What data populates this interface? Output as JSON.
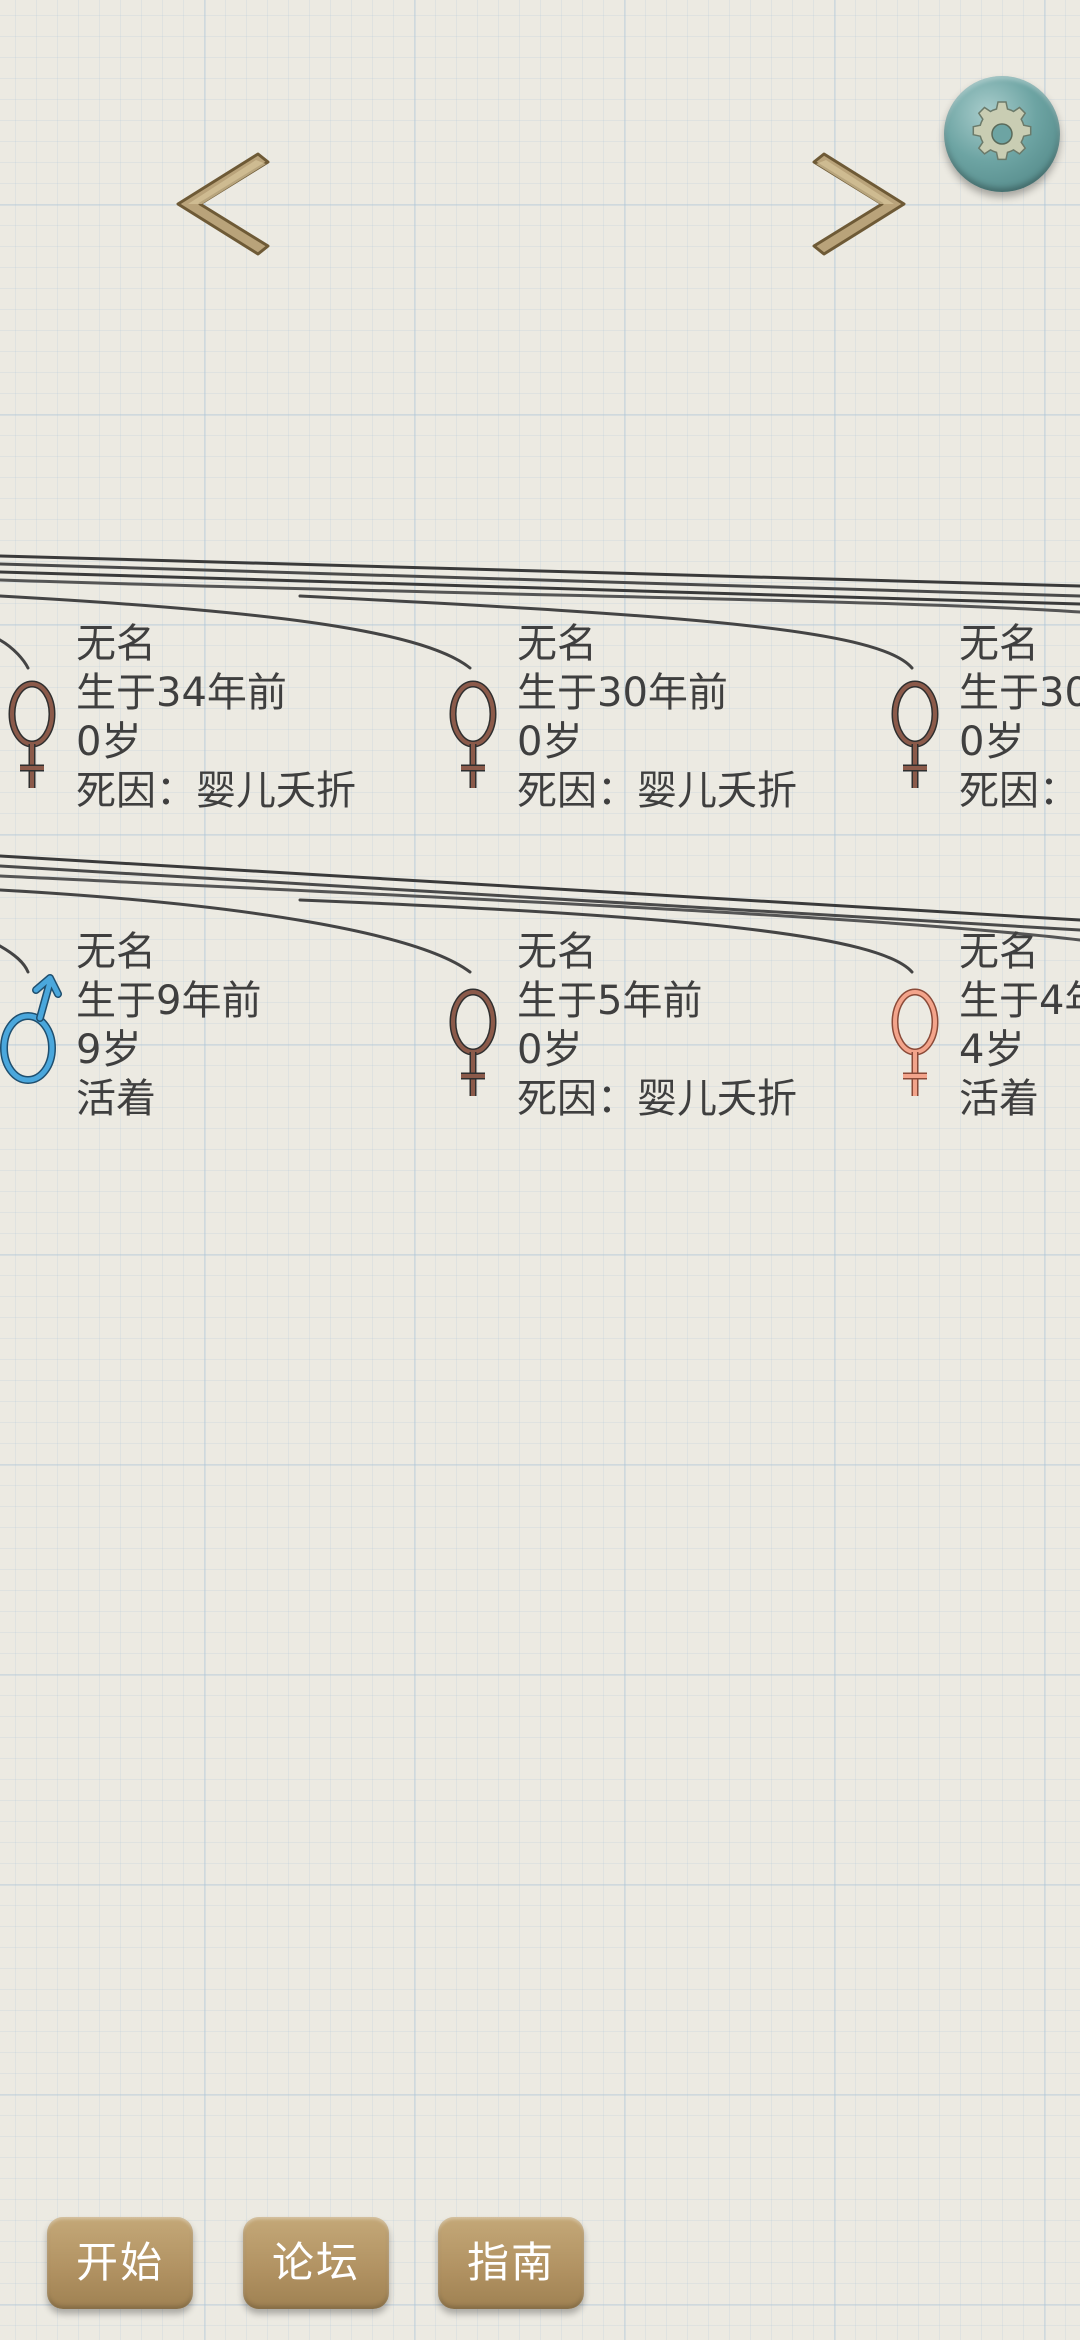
{
  "colors": {
    "male": "#4aa7dc",
    "female_deceased": "#8b5a4a",
    "female_alive": "#f3a48b",
    "button": "#b29363",
    "settings": "#6da4a3"
  },
  "nav": {
    "prev_icon": "chevron-left-icon",
    "next_icon": "chevron-right-icon",
    "settings_icon": "gear-icon"
  },
  "rows": [
    {
      "people": [
        {
          "name": "无名",
          "born": "生于34年前",
          "age": "0岁",
          "status": "死因：婴儿夭折",
          "gender": "female",
          "alive": false
        },
        {
          "name": "无名",
          "born": "生于30年前",
          "age": "0岁",
          "status": "死因：婴儿夭折",
          "gender": "female",
          "alive": false
        },
        {
          "name": "无名",
          "born": "生于30",
          "age": "0岁",
          "status": "死因：",
          "gender": "female",
          "alive": false
        }
      ]
    },
    {
      "people": [
        {
          "name": "无名",
          "born": "生于9年前",
          "age": "9岁",
          "status": "活着",
          "gender": "male",
          "alive": true
        },
        {
          "name": "无名",
          "born": "生于5年前",
          "age": "0岁",
          "status": "死因：婴儿夭折",
          "gender": "female",
          "alive": false
        },
        {
          "name": "无名",
          "born": "生于4年",
          "age": "4岁",
          "status": "活着",
          "gender": "female",
          "alive": true
        }
      ]
    }
  ],
  "bottom_buttons": {
    "start": "开始",
    "forum": "论坛",
    "guide": "指南"
  }
}
